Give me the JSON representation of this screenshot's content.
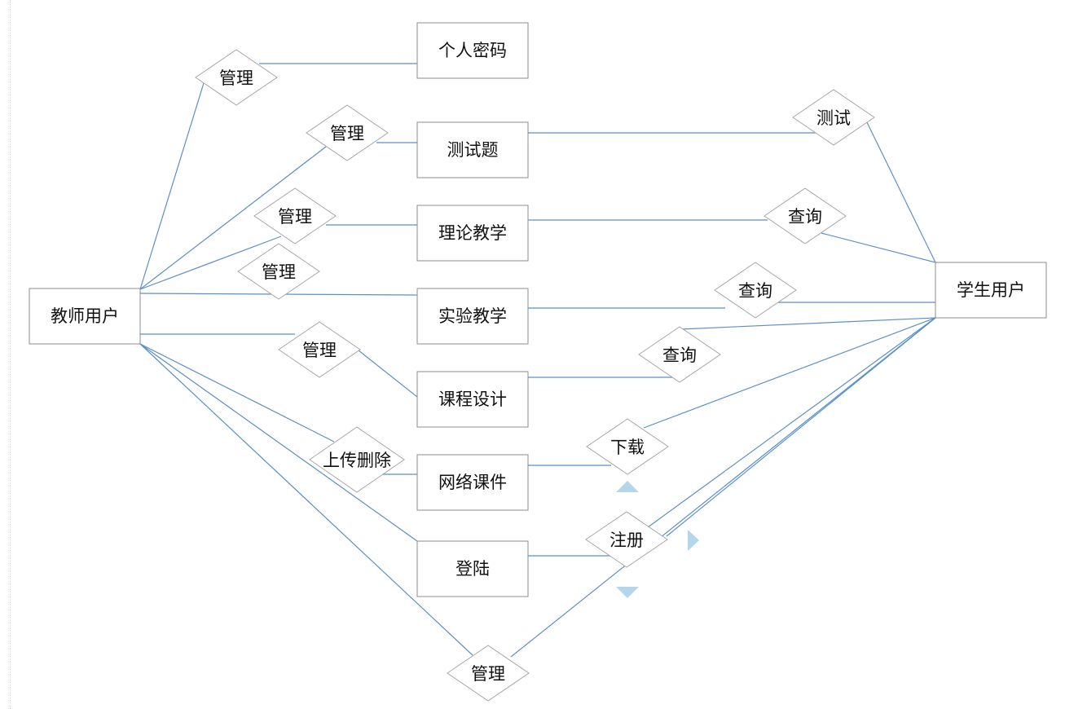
{
  "entities": {
    "teacher": "教师用户",
    "student": "学生用户",
    "password": "个人密码",
    "test_questions": "测试题",
    "theory": "理论教学",
    "experiment": "实验教学",
    "course_design": "课程设计",
    "courseware": "网络课件",
    "login": "登陆"
  },
  "relationships": {
    "manage_password": "管理",
    "manage_tests": "管理",
    "manage_theory": "管理",
    "manage_experiment": "管理",
    "manage_course_design": "管理",
    "upload_delete": "上传删除",
    "manage_students": "管理",
    "test": "测试",
    "query_theory": "查询",
    "query_experiment": "查询",
    "query_course_design": "查询",
    "download": "下载",
    "register": "注册"
  },
  "colors": {
    "connector": "#5b8fc9",
    "handle": "#b5d6ea",
    "border": "#8c8c8c"
  }
}
